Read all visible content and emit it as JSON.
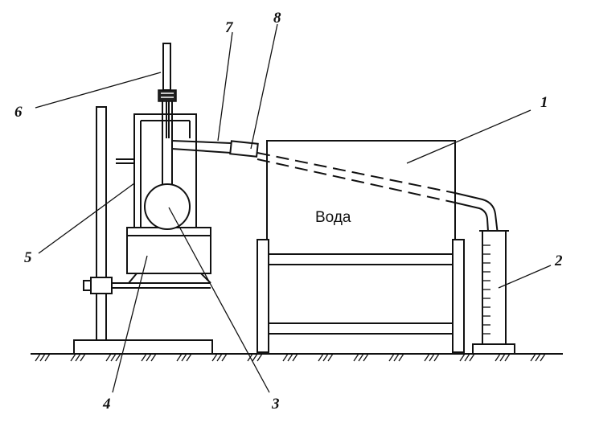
{
  "diagram": {
    "labels": {
      "n1": "1",
      "n2": "2",
      "n3": "3",
      "n4": "4",
      "n5": "5",
      "n6": "6",
      "n7": "7",
      "n8": "8"
    },
    "water_label": "Вода"
  }
}
